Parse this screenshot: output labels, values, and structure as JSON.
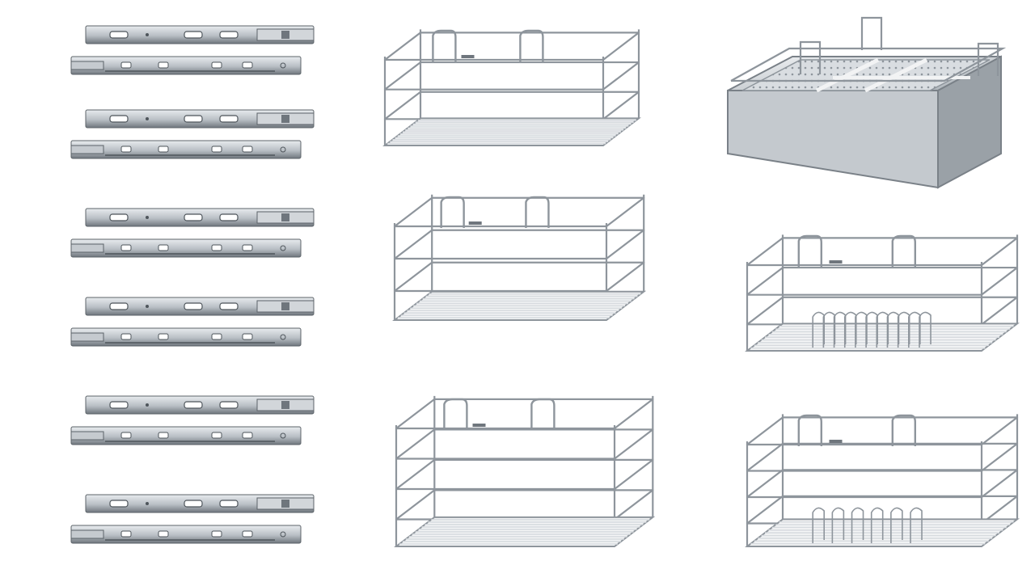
{
  "scene": {
    "background": "#ffffff",
    "steel_light": "#e8ebee",
    "steel_mid": "#b9bfc5",
    "steel_dark": "#6f767d",
    "wire": "#8e959c",
    "wire_light": "#d7dbdf"
  },
  "products": {
    "slides": {
      "count": 6,
      "item_name": "telescopic-drawer-slide-pair"
    },
    "baskets_middle": {
      "count": 3,
      "item_name": "wire-basket"
    },
    "baskets_right": [
      {
        "item_name": "perforated-cutlery-tray"
      },
      {
        "item_name": "plate-rack-basket"
      },
      {
        "item_name": "thali-basket"
      }
    ]
  }
}
